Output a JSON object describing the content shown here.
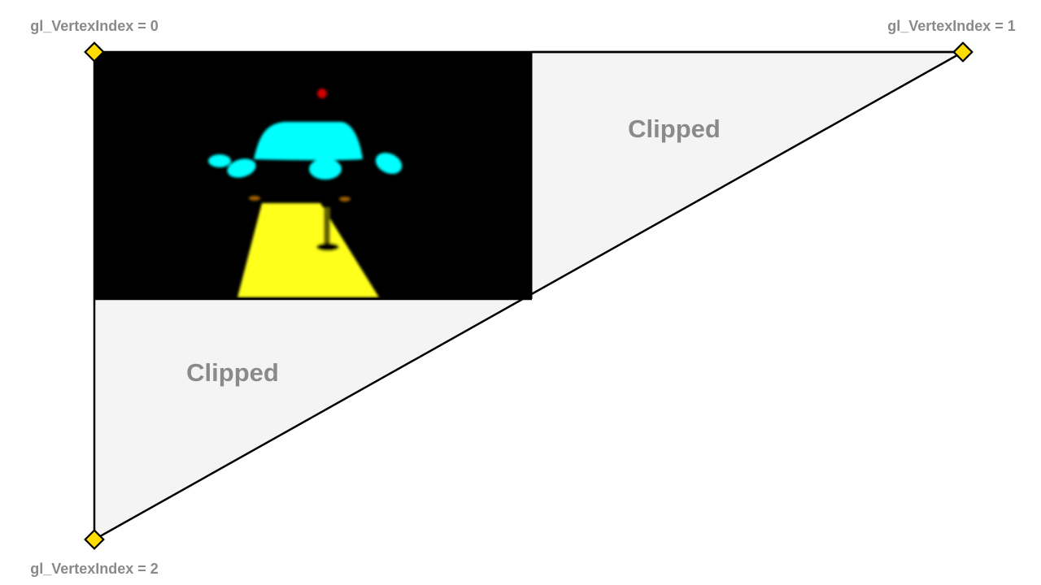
{
  "vertices": [
    {
      "label": "gl_VertexIndex = 0"
    },
    {
      "label": "gl_VertexIndex = 1"
    },
    {
      "label": "gl_VertexIndex = 2"
    }
  ],
  "regions": [
    {
      "label": "Clipped"
    },
    {
      "label": "Clipped"
    }
  ],
  "colors": {
    "triangle_fill": "#f4f4f4",
    "vertex_marker": "#ffdd00",
    "label": "#8a8a8a",
    "viewport_bg": "#000000"
  }
}
